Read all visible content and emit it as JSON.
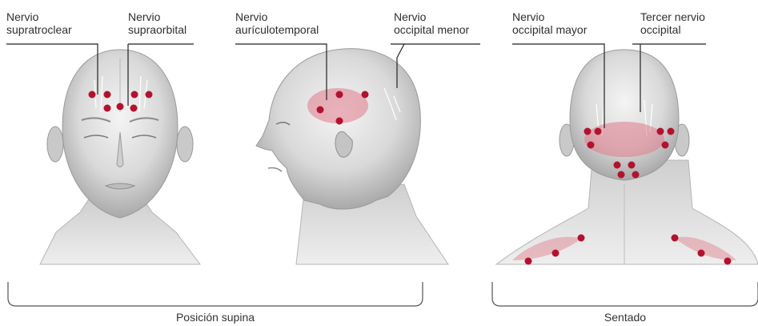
{
  "labels": {
    "supratrochlear": [
      "Nervio",
      "supratroclear"
    ],
    "supraorbital": [
      "Nervio",
      "supraorbital"
    ],
    "auriculotemporal": [
      "Nervio",
      "aurículotemporal"
    ],
    "lesser_occipital": [
      "Nervio",
      "occipital menor"
    ],
    "greater_occipital": [
      "Nervio",
      "occipital mayor"
    ],
    "third_occipital": [
      "Tercer nervio",
      "occipital"
    ]
  },
  "captions": {
    "supine": "Posición supina",
    "seated": "Sentado"
  },
  "colors": {
    "injection_point": "#b3122e",
    "target_zone": "#e07a8a",
    "leader_line": "#222222",
    "bracket": "#555555",
    "head_shade": "#cfcfcf"
  }
}
